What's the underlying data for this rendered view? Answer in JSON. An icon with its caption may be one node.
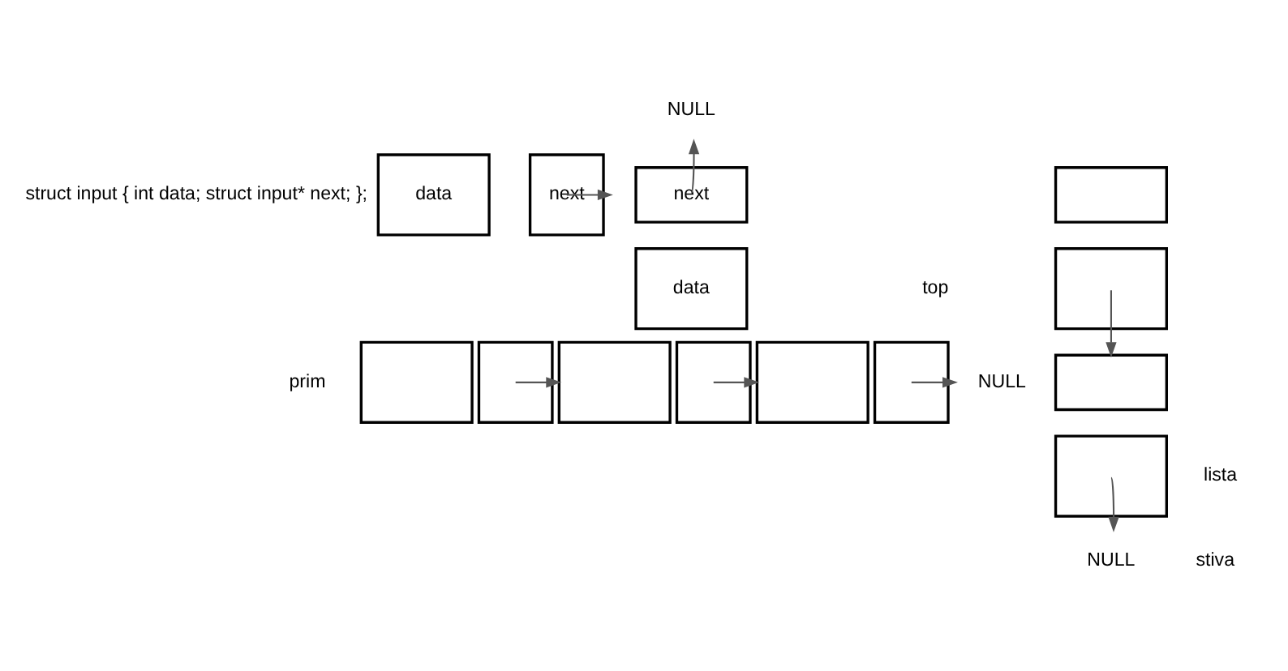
{
  "diagram": {
    "nodes": [
      {
        "text": [
          "data"
        ]
      },
      {
        "text": [
          "next"
        ]
      },
      {
        "text": [
          "next"
        ]
      },
      {
        "text": [
          "data"
        ]
      },
      {
        "text": [
          "NULL"
        ]
      },
      {
        "text": [],
        "shape": "box"
      },
      {
        "text": [],
        "shape": "box"
      },
      {
        "text": [],
        "shape": "box"
      },
      {
        "text": [],
        "shape": "box"
      },
      {
        "text": [],
        "shape": "box"
      },
      {
        "text": [],
        "shape": "box"
      },
      {
        "text": [
          "NULL"
        ]
      },
      {
        "text": [],
        "shape": "box"
      },
      {
        "text": [],
        "shape": "box"
      },
      {
        "text": [],
        "shape": "box"
      },
      {
        "text": [],
        "shape": "box"
      },
      {
        "text": [
          "NULL"
        ]
      }
    ],
    "edges": [
      {
        "from": 1,
        "to": null,
        "arrow": "to"
      },
      {
        "from": 2,
        "to": 4,
        "arrow": "to"
      },
      {
        "from": 6,
        "to": 7,
        "arrow": "to"
      },
      {
        "from": 8,
        "to": 9,
        "arrow": "to"
      },
      {
        "from": 10,
        "to": 11,
        "arrow": "to"
      },
      {
        "from": 13,
        "to": 14,
        "arrow": "to"
      },
      {
        "from": 15,
        "to": 16,
        "arrow": "to"
      }
    ],
    "labels": [
      "struct input { int data; struct input* next; };",
      "top",
      "prim",
      "lista",
      "stiva"
    ]
  }
}
